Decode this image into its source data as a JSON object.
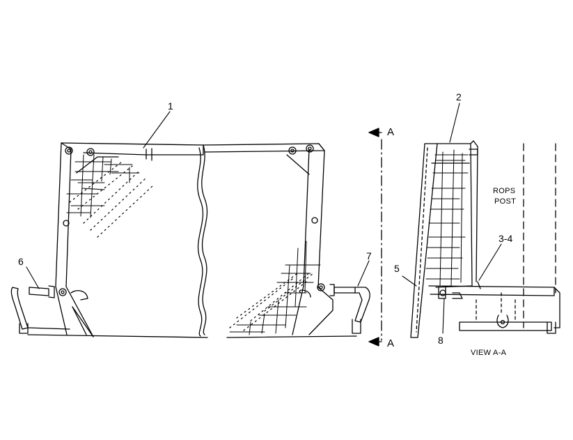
{
  "callouts": {
    "c1": "1",
    "c2": "2",
    "c34": "3-4",
    "c5": "5",
    "c6": "6",
    "c7": "7",
    "c8": "8"
  },
  "labels": {
    "rops_line1": "ROPS",
    "rops_line2": "POST",
    "view": "VIEW A-A",
    "section_top": "A",
    "section_bottom": "A"
  }
}
